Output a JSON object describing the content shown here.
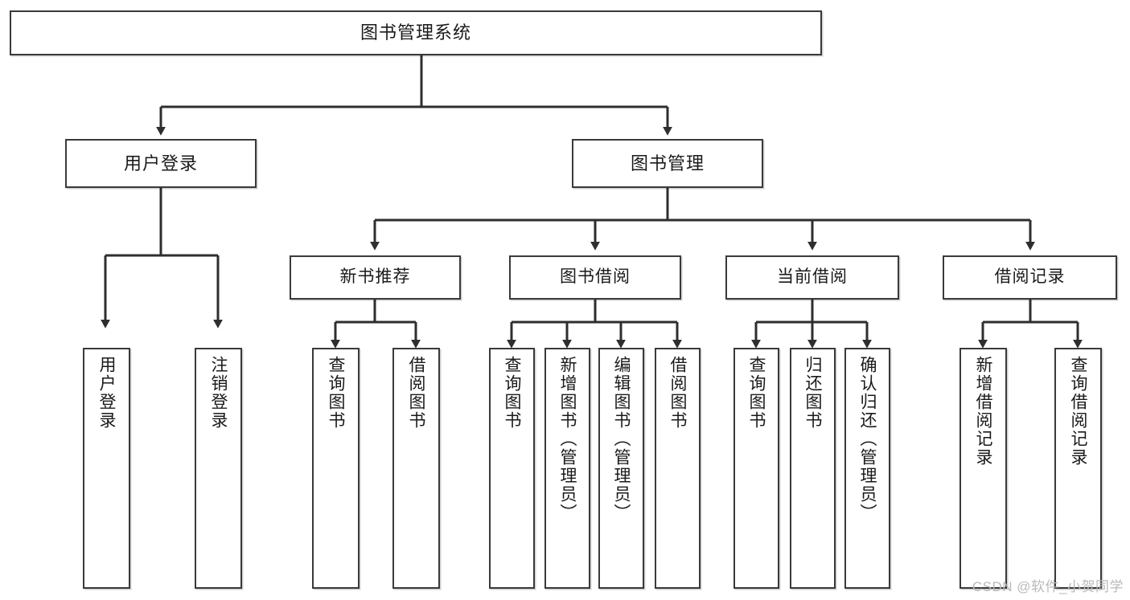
{
  "diagram": {
    "title": "图书管理系统",
    "type": "tree-hierarchy-diagram",
    "watermark": "CSDN @软件_小贺同学",
    "colors": {
      "box_border": "#3a3a3a",
      "box_fill": "#ffffff",
      "connector": "#2e2e2e",
      "text": "#1a1a1a",
      "watermark": "#b9b9b9"
    },
    "nodes": {
      "root": {
        "label": "图书管理系统"
      },
      "level2": [
        {
          "id": "user-login",
          "label": "用户登录"
        },
        {
          "id": "book-manage",
          "label": "图书管理"
        }
      ],
      "level3": [
        {
          "id": "new-book-recommend",
          "label": "新书推荐"
        },
        {
          "id": "book-borrow",
          "label": "图书借阅"
        },
        {
          "id": "current-borrow",
          "label": "当前借阅"
        },
        {
          "id": "borrow-record",
          "label": "借阅记录"
        }
      ],
      "leaves": {
        "user-login": [
          {
            "id": "leaf-user-login",
            "label": "用户登录"
          },
          {
            "id": "leaf-logout-login",
            "label": "注销登录"
          }
        ],
        "new-book-recommend": [
          {
            "id": "leaf-query-book-1",
            "label": "查询图书"
          },
          {
            "id": "leaf-borrow-book-1",
            "label": "借阅图书"
          }
        ],
        "book-borrow": [
          {
            "id": "leaf-query-book-2",
            "label": "查询图书"
          },
          {
            "id": "leaf-add-book-admin",
            "label": "新增图书（管理员）"
          },
          {
            "id": "leaf-edit-book-admin",
            "label": "编辑图书（管理员）"
          },
          {
            "id": "leaf-borrow-book-2",
            "label": "借阅图书"
          }
        ],
        "current-borrow": [
          {
            "id": "leaf-query-book-3",
            "label": "查询图书"
          },
          {
            "id": "leaf-return-book",
            "label": "归还图书"
          },
          {
            "id": "leaf-confirm-return-admin",
            "label": "确认归还（管理员）"
          }
        ],
        "borrow-record": [
          {
            "id": "leaf-add-borrow-record",
            "label": "新增借阅记录"
          },
          {
            "id": "leaf-query-borrow-record",
            "label": "查询借阅记录"
          }
        ]
      }
    }
  }
}
